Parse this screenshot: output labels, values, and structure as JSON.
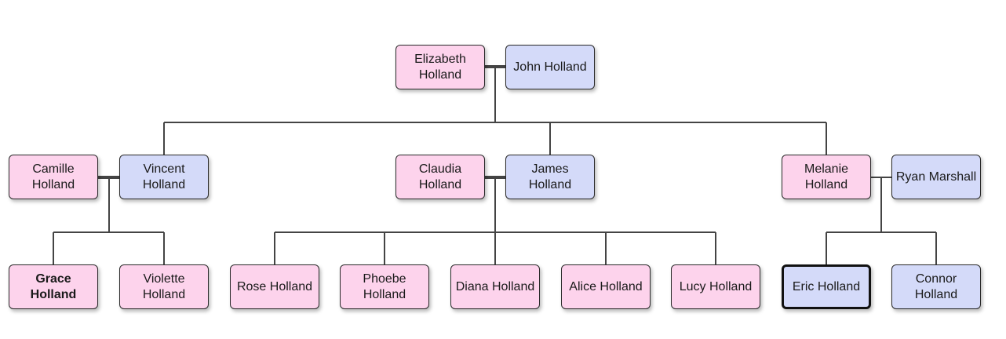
{
  "colors": {
    "female": "#fdd3ec",
    "male": "#d4daf9",
    "line": "#444444"
  },
  "people": {
    "elizabeth": {
      "name": "Elizabeth Holland",
      "gender": "female"
    },
    "john": {
      "name": "John Holland",
      "gender": "male"
    },
    "camille": {
      "name": "Camille Holland",
      "gender": "female"
    },
    "vincent": {
      "name": "Vincent Holland",
      "gender": "male"
    },
    "claudia": {
      "name": "Claudia Holland",
      "gender": "female"
    },
    "james": {
      "name": "James Holland",
      "gender": "male"
    },
    "melanie": {
      "name": "Melanie Holland",
      "gender": "female"
    },
    "ryan": {
      "name": "Ryan Marshall",
      "gender": "male"
    },
    "grace": {
      "name": "Grace Holland",
      "gender": "female",
      "emphasis": "bold"
    },
    "violette": {
      "name": "Violette Holland",
      "gender": "female"
    },
    "rose": {
      "name": "Rose Holland",
      "gender": "female"
    },
    "phoebe": {
      "name": "Phoebe Holland",
      "gender": "female"
    },
    "diana": {
      "name": "Diana Holland",
      "gender": "female"
    },
    "alice": {
      "name": "Alice Holland",
      "gender": "female"
    },
    "lucy": {
      "name": "Lucy Holland",
      "gender": "female"
    },
    "eric": {
      "name": "Eric Holland",
      "gender": "male",
      "selected": true
    },
    "connor": {
      "name": "Connor Holland",
      "gender": "male"
    }
  },
  "families": [
    {
      "parents": [
        "elizabeth",
        "john"
      ],
      "children": [
        "vincent",
        "james",
        "melanie"
      ]
    },
    {
      "parents": [
        "camille",
        "vincent"
      ],
      "children": [
        "grace",
        "violette"
      ]
    },
    {
      "parents": [
        "claudia",
        "james"
      ],
      "children": [
        "rose",
        "phoebe",
        "diana",
        "alice",
        "lucy"
      ]
    },
    {
      "parents": [
        "melanie",
        "ryan"
      ],
      "children": [
        "eric",
        "connor"
      ]
    }
  ]
}
